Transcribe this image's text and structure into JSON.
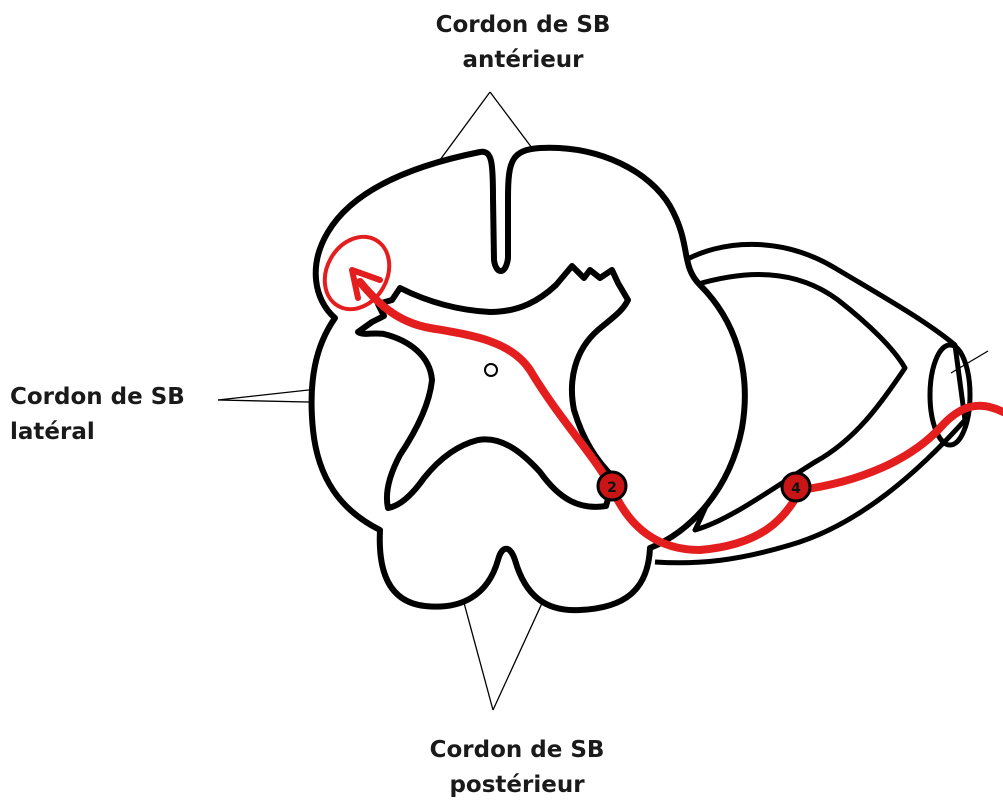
{
  "labels": {
    "anterior": {
      "line1": "Cordon de SB",
      "line2": "antérieur"
    },
    "lateral": {
      "line1": "Cordon de SB",
      "line2": "latéral"
    },
    "posterior": {
      "line1": "Cordon de SB",
      "line2": "postérieur"
    }
  },
  "markers": {
    "neuron_2": "2",
    "neuron_4": "4"
  },
  "colors": {
    "outline": "#000000",
    "pathway": "#e41e1e",
    "marker_fill": "#c91515",
    "background": "#ffffff"
  }
}
